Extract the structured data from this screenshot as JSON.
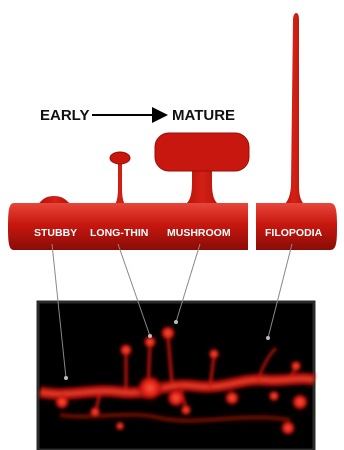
{
  "progression": {
    "early": "EARLY",
    "mature": "MATURE"
  },
  "spine_types": [
    {
      "key": "stubby",
      "label": "STUBBY"
    },
    {
      "key": "long-thin",
      "label": "LONG-THIN"
    },
    {
      "key": "mushroom",
      "label": "MUSHROOM"
    },
    {
      "key": "filopodia",
      "label": "FILOPODIA"
    }
  ],
  "colors": {
    "dendrite": "#c8170f",
    "dendrite_highlight": "#e8463b",
    "dendrite_shadow": "#8a0c07",
    "label_text": "#ffffff",
    "arrow": "#000000",
    "micrograph_bg": "#000000",
    "micrograph_signal": "#e01a12",
    "connector": "#777777"
  }
}
